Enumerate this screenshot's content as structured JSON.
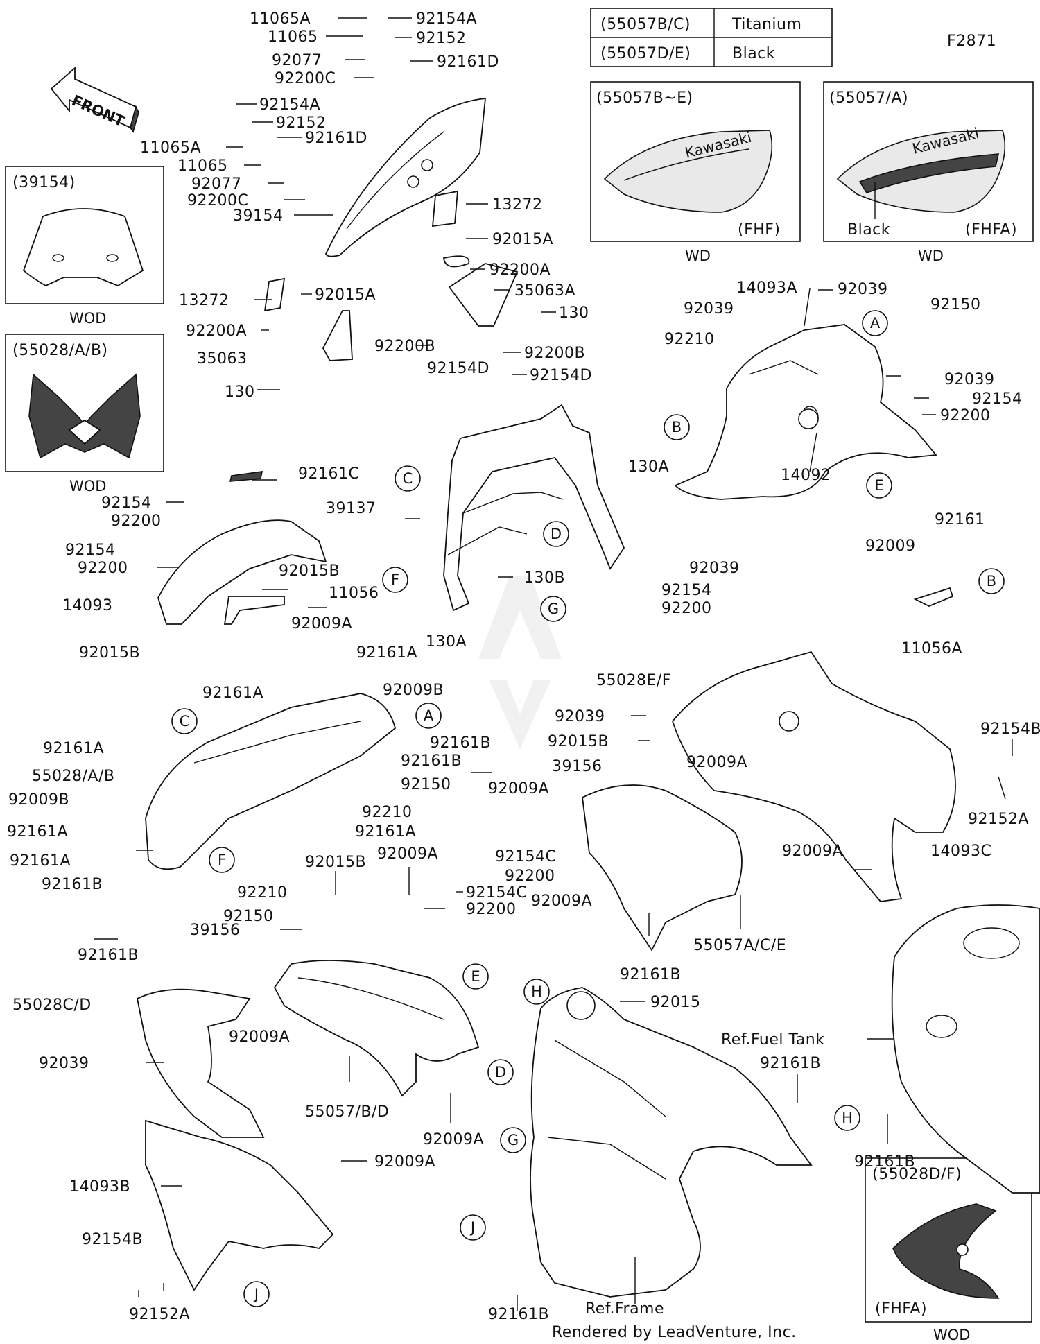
{
  "figure_code": "F2871",
  "front_label": "FRONT",
  "footer": "Rendered by LeadVenture, Inc.",
  "color_table": [
    {
      "code": "(55057B/C)",
      "color": "Titanium"
    },
    {
      "code": "(55057D/E)",
      "color": "Black"
    }
  ],
  "insets": [
    {
      "id": "39154",
      "title": "(39154)",
      "caption": "WOD"
    },
    {
      "id": "55028",
      "title": "(55028/A/B)",
      "caption": "WOD"
    },
    {
      "id": "fhf",
      "title": "(55057B~E)",
      "badge": "(FHF)",
      "caption": "WD"
    },
    {
      "id": "fhfa",
      "title": "(55057/A)",
      "badge": "(FHFA)",
      "note": "Black",
      "caption": "WD"
    },
    {
      "id": "55028df",
      "title": "(55028D/F)",
      "badge": "(FHFA)",
      "caption": "WOD"
    }
  ],
  "references": {
    "fuel_tank": "Ref.Fuel Tank",
    "frame": "Ref.Frame"
  },
  "circle_refs": {
    "A": "A",
    "B": "B",
    "C": "C",
    "D": "D",
    "E": "E",
    "F": "F",
    "G": "G",
    "H": "H",
    "J": "J"
  },
  "part_labels": {
    "p11065A_1": "11065A",
    "p11065_1": "11065",
    "p92077_1": "92077",
    "p92200C_1": "92200C",
    "p92154A_1": "92154A",
    "p92152_1": "92152",
    "p92161D_1": "92161D",
    "p92154A_2": "92154A",
    "p92152_2": "92152",
    "p92161D_2": "92161D",
    "p11065A_2": "11065A",
    "p11065_2": "11065",
    "p92077_2": "92077",
    "p92200C_2": "92200C",
    "p39154": "39154",
    "p13272_1": "13272",
    "p92015A_1": "92015A",
    "p92200A_1": "92200A",
    "p35063A": "35063A",
    "p130_1": "130",
    "p92200B_1": "92200B",
    "p92154D_1": "92154D",
    "p13272_2": "13272",
    "p92015A_2": "92015A",
    "p92200A_2": "92200A",
    "p35063": "35063",
    "p92200B_2": "92200B",
    "p92154D_2": "92154D",
    "p130_2": "130",
    "p14093A": "14093A",
    "p92039_1": "92039",
    "p92039_2": "92039",
    "p92150_1": "92150",
    "p92210_1": "92210",
    "p92039_3": "92039",
    "p92154_1": "92154",
    "p92200_1": "92200",
    "p14092": "14092",
    "p130A_1": "130A",
    "p92039_4": "92039",
    "p92154_2": "92154",
    "p92200_2": "92200",
    "p92009": "92009",
    "p92161": "92161",
    "p11056A": "11056A",
    "p92161C": "92161C",
    "p92154_3": "92154",
    "p92200_3": "92200",
    "p92154_4": "92154",
    "p92200_4": "92200",
    "p92015B_1": "92015B",
    "p14093": "14093",
    "p11056": "11056",
    "p92009A_1": "92009A",
    "p92015B_2": "92015B",
    "p92161A_1": "92161A",
    "p39137": "39137",
    "p130B": "130B",
    "p130A_2": "130A",
    "p92161A_2": "92161A",
    "p92009B_1": "92009B",
    "p92161B_1": "92161B",
    "p92161B_2": "92161B",
    "p92161A_3": "92161A",
    "p55028AB": "55028/A/B",
    "p92009B_2": "92009B",
    "p92150_2": "92150",
    "p92210_2": "92210",
    "p92161A_4": "92161A",
    "p92161A_5": "92161A",
    "p92161A_6": "92161A",
    "p92161B_3": "92161B",
    "p92210_3": "92210",
    "p92150_3": "92150",
    "p92161B_4": "92161B",
    "p55028EF": "55028E/F",
    "p92039_5": "92039",
    "p92015B_3": "92015B",
    "p39156_1": "39156",
    "p92009A_2": "92009A",
    "p92009A_3": "92009A",
    "p92154C_1": "92154C",
    "p92200_5": "92200",
    "p92009A_4": "92009A",
    "p92154B_1": "92154B",
    "p92152A_1": "92152A",
    "p14093C": "14093C",
    "p92009A_5": "92009A",
    "p92161B_5": "92161B",
    "p55057ACE": "55057A/C/E",
    "p92015B_4": "92015B",
    "p92009A_6": "92009A",
    "p39156_2": "39156",
    "p92154C_2": "92154C",
    "p92200_6": "92200",
    "p55028CD": "55028C/D",
    "p92039_6": "92039",
    "p92009A_7": "92009A",
    "p55057BD": "55057/B/D",
    "p92009A_8": "92009A",
    "p92015": "92015",
    "p92009A_9": "92009A",
    "p14093B": "14093B",
    "p92154B_2": "92154B",
    "p92152A_2": "92152A",
    "p92161B_6": "92161B",
    "p92161B_7": "92161B",
    "p92161B_8": "92161B"
  }
}
